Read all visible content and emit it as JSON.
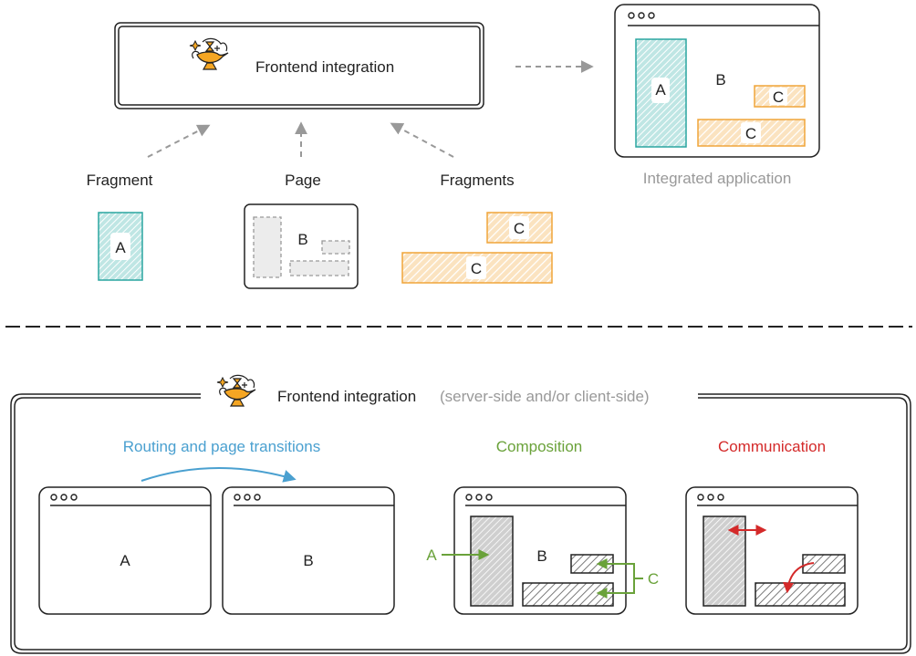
{
  "top": {
    "integration_box": {
      "title": "Frontend integration",
      "icon": "magic-lamp-icon"
    },
    "inputs": [
      {
        "label": "Fragment",
        "fragment_label": "A"
      },
      {
        "label": "Page",
        "page_label": "B"
      },
      {
        "label": "Fragments",
        "fragment_labels": [
          "C",
          "C"
        ]
      }
    ],
    "result": {
      "caption": "Integrated application",
      "labels": {
        "a": "A",
        "b": "B",
        "c1": "C",
        "c2": "C"
      }
    }
  },
  "bottom": {
    "header": {
      "title": "Frontend integration",
      "subtitle": "(server-side and/or client-side)",
      "icon": "magic-lamp-icon"
    },
    "sections": {
      "routing": {
        "title": "Routing and page transitions",
        "page_a": "A",
        "page_b": "B"
      },
      "composition": {
        "title": "Composition",
        "label_a": "A",
        "label_b": "B",
        "label_c": "C"
      },
      "communication": {
        "title": "Communication"
      }
    }
  },
  "colors": {
    "teal": "#2aa5a0",
    "orange": "#f0a53a",
    "blue": "#4aa0d0",
    "green": "#6aa23a",
    "red": "#d42a2a",
    "gray": "#999999",
    "dark": "#222222"
  }
}
